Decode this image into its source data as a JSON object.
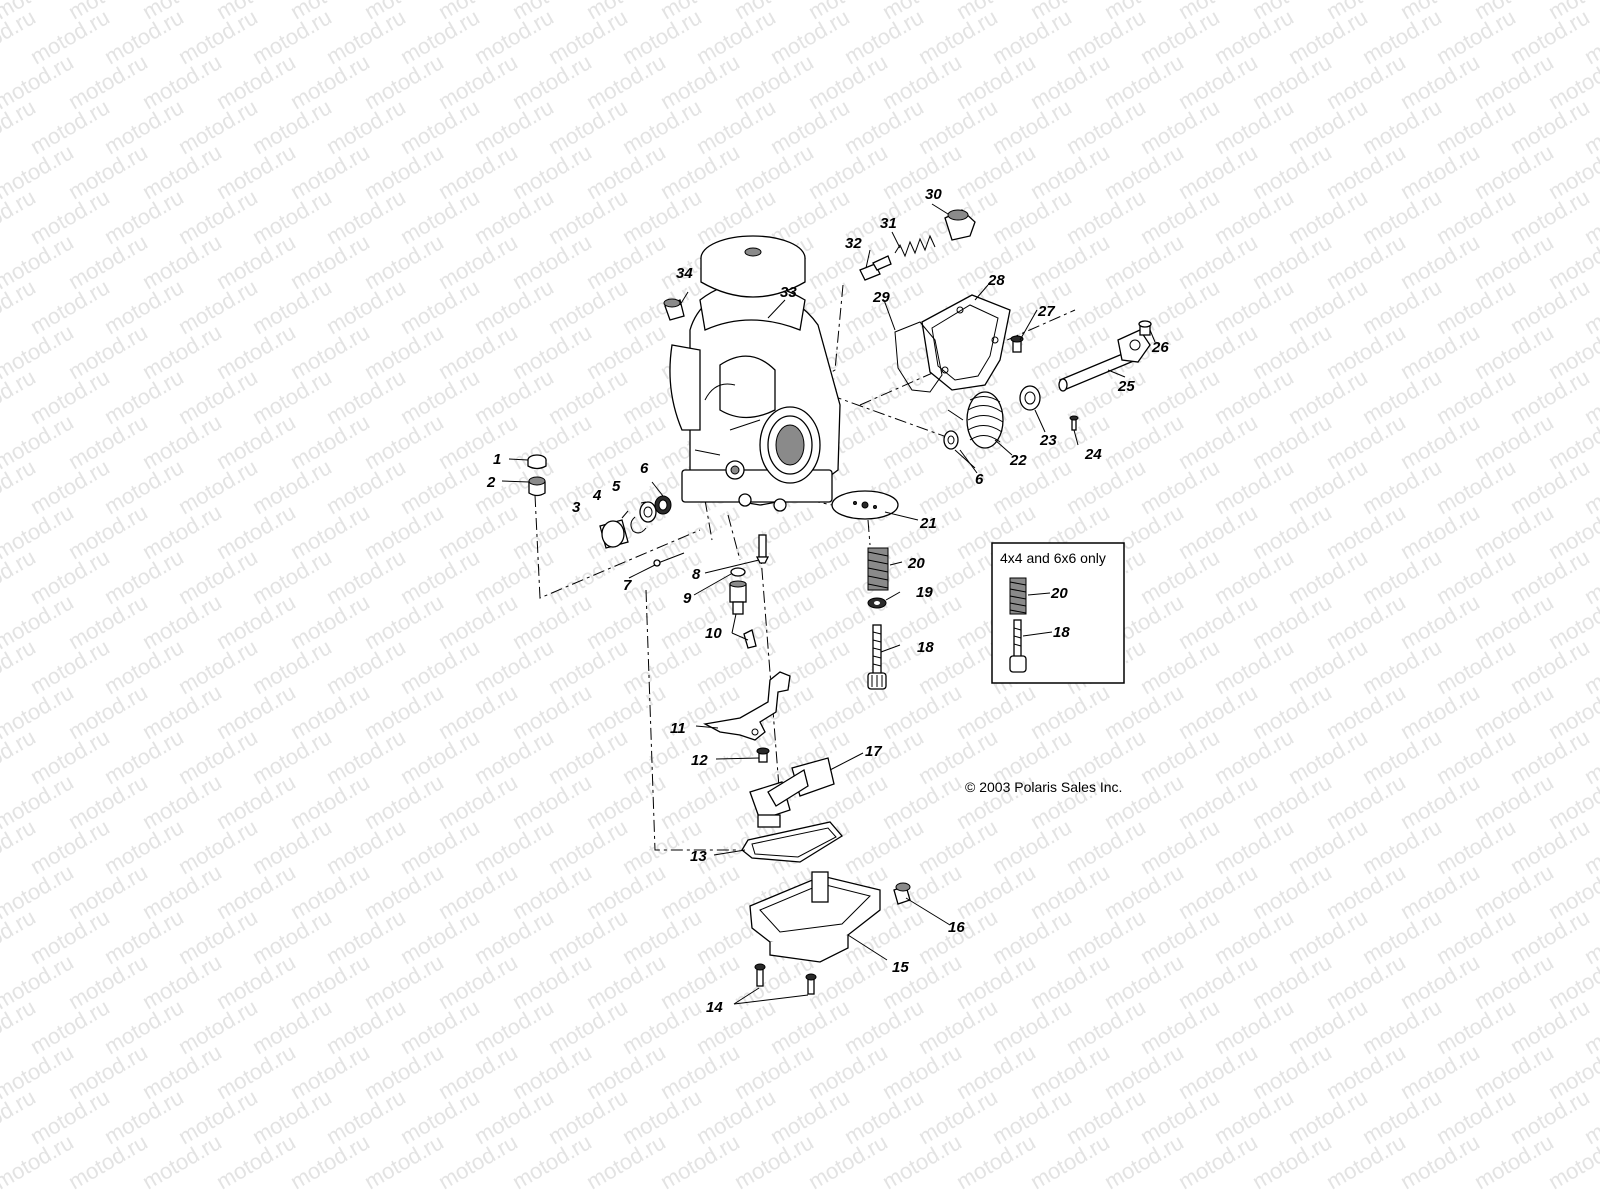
{
  "watermark": "motod.ru",
  "inset": {
    "title": "4x4 and 6x6 only",
    "labels": [
      "20",
      "18"
    ]
  },
  "copyright": "© 2003 Polaris Sales Inc.",
  "parts": [
    "1",
    "2",
    "3",
    "4",
    "5",
    "6",
    "6",
    "7",
    "8",
    "9",
    "10",
    "11",
    "12",
    "13",
    "14",
    "15",
    "16",
    "17",
    "18",
    "19",
    "20",
    "21",
    "22",
    "23",
    "24",
    "25",
    "26",
    "27",
    "28",
    "29",
    "30",
    "31",
    "32",
    "33",
    "34"
  ]
}
